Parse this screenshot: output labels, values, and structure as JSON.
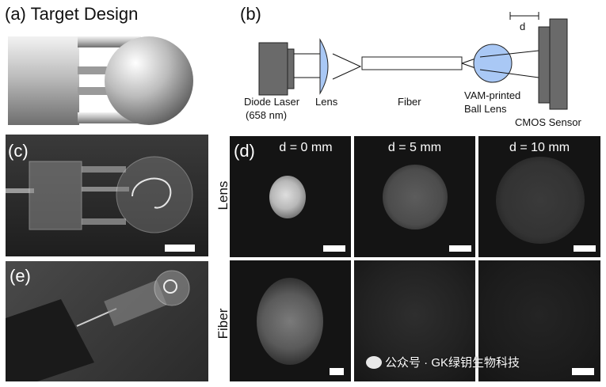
{
  "panel_a": {
    "letter": "(a)",
    "title": "Target Design"
  },
  "panel_b": {
    "letter": "(b)",
    "labels": {
      "diode_laser": "Diode Laser",
      "wavelength": "(658 nm)",
      "lens": "Lens",
      "fiber": "Fiber",
      "vam_line1": "VAM-printed",
      "vam_line2": "Ball Lens",
      "cmos": "CMOS Sensor",
      "d": "d"
    },
    "colors": {
      "lens_fill": "#a9c8f5",
      "device_fill": "#6a6a6a"
    }
  },
  "panel_c": {
    "letter": "(c)"
  },
  "panel_d": {
    "letter": "(d)",
    "columns": [
      "d = 0 mm",
      "d = 5 mm",
      "d = 10 mm"
    ],
    "rows": [
      "Lens",
      "Fiber"
    ]
  },
  "panel_e": {
    "letter": "(e)"
  },
  "watermark": {
    "text": "公众号 · GK绿钥生物科技"
  }
}
